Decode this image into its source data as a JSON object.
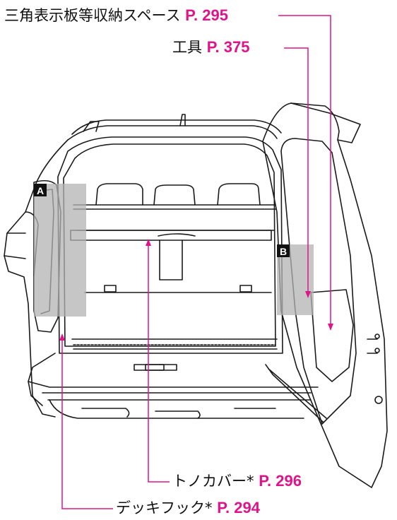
{
  "callouts": {
    "warning_triangle": {
      "label": "三角表示板等収納スペース",
      "ref": "P. 295"
    },
    "tools": {
      "label": "工具",
      "ref": "P. 375"
    },
    "tonneau_cover": {
      "label": "トノカバー*",
      "ref": "P. 296"
    },
    "deck_hook": {
      "label": "デッキフック*",
      "ref": "P. 294"
    }
  },
  "markers": {
    "a": "A",
    "b": "B"
  },
  "colors": {
    "accent": "#e0148a",
    "line": "#1a1a1a",
    "highlight": "#b3b3b3"
  }
}
